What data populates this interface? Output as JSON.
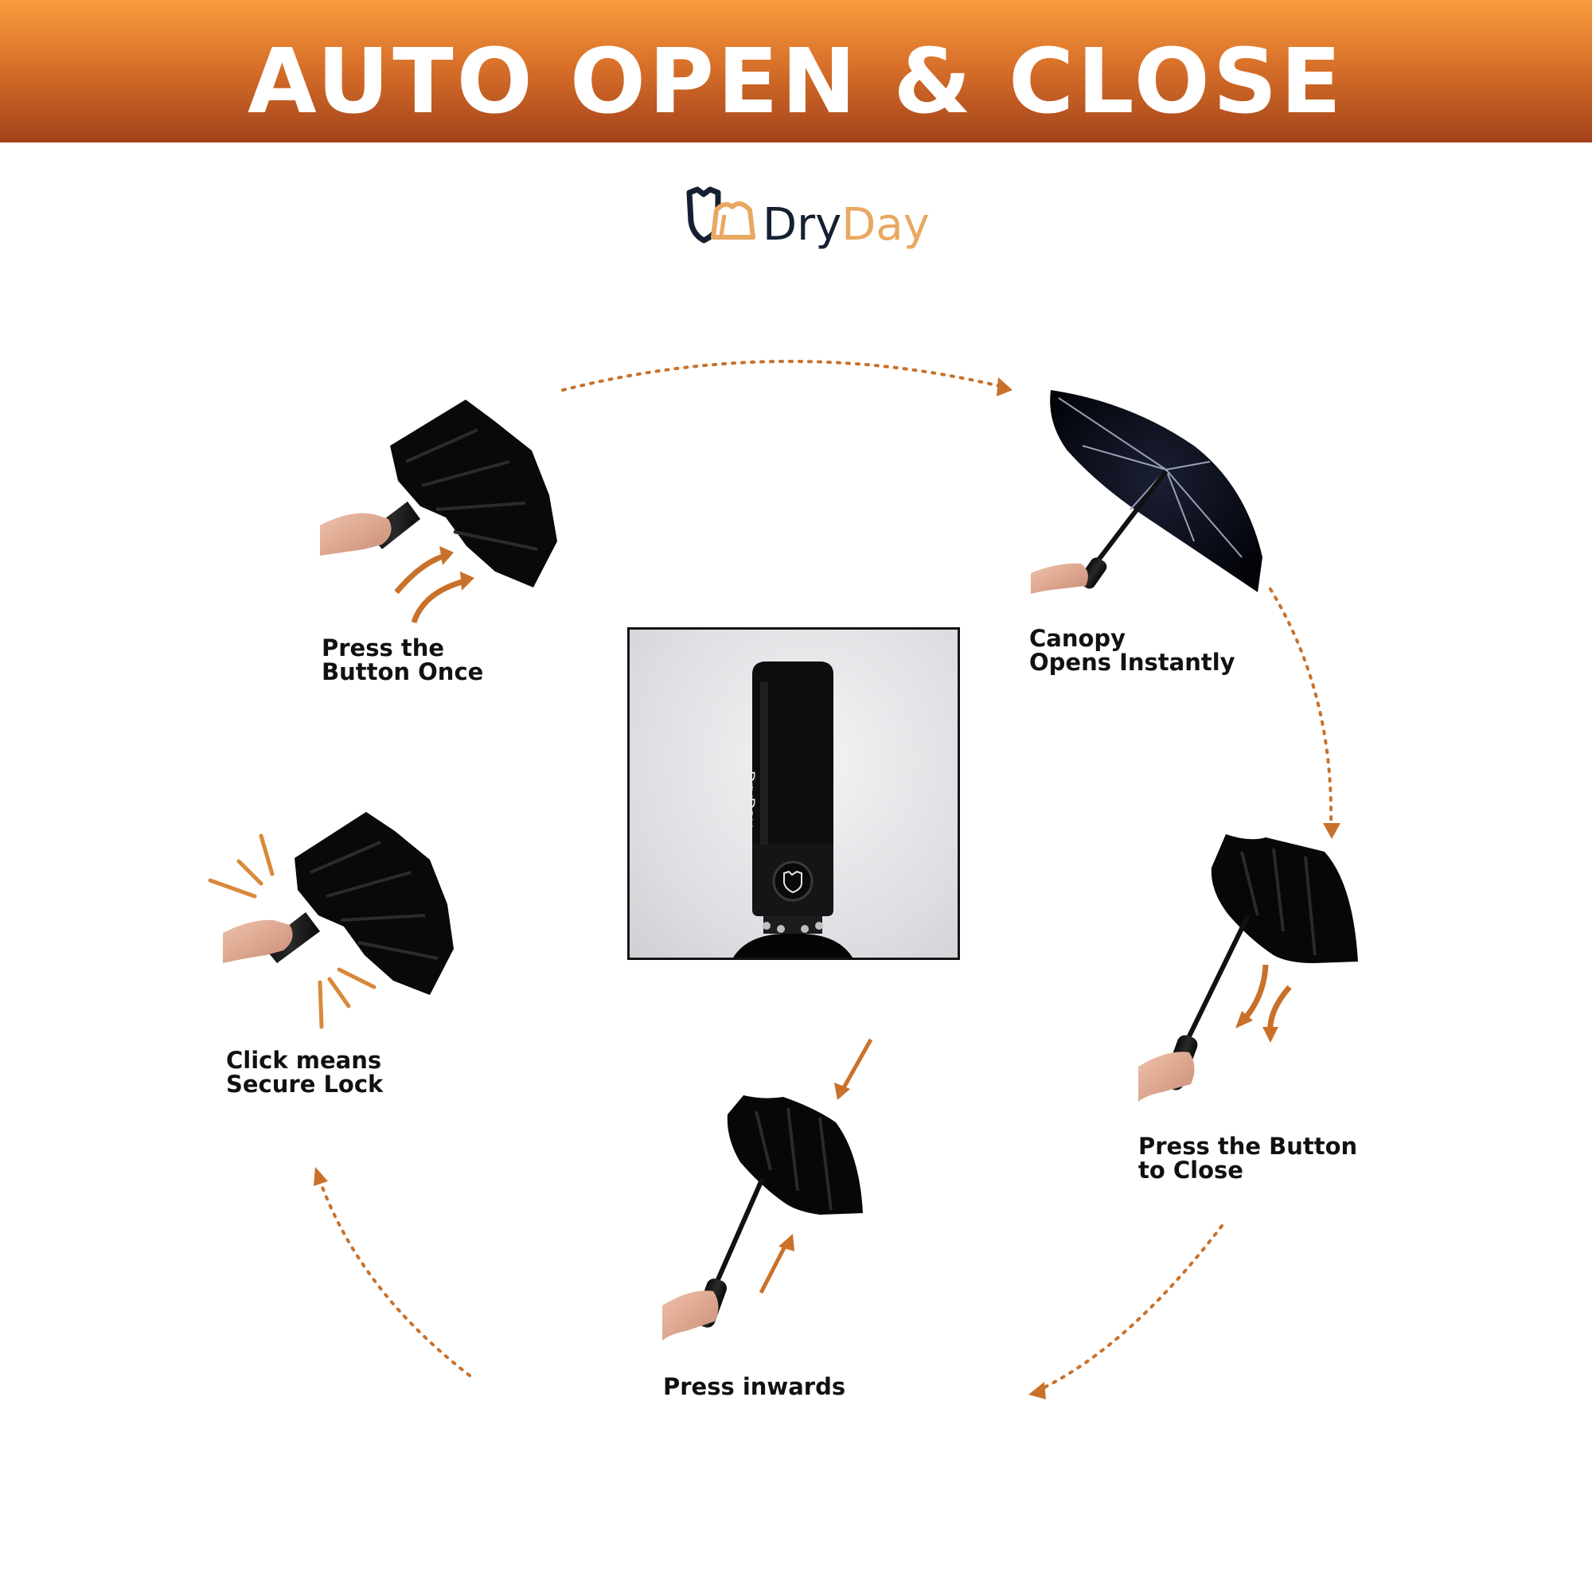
{
  "banner": {
    "title": "AUTO OPEN & CLOSE",
    "gradient_top": "#f89c3e",
    "gradient_bottom": "#a3421a",
    "text_color": "#ffffff"
  },
  "logo": {
    "icon": "shield-umbrella-icon",
    "part1": "Dry",
    "part2": "Day",
    "color1": "#152033",
    "color2": "#e9a861"
  },
  "steps": [
    {
      "id": "press-button-once",
      "line1": "Press the",
      "line2": "Button Once",
      "icon": "umbrella-folded-hand-icon"
    },
    {
      "id": "canopy-opens",
      "line1": "Canopy",
      "line2": "Opens Instantly",
      "icon": "umbrella-open-icon"
    },
    {
      "id": "press-button-close",
      "line1": "Press the Button",
      "line2": "to Close",
      "icon": "umbrella-inverted-hand-icon"
    },
    {
      "id": "press-inwards",
      "line1": "Press inwards",
      "line2": "",
      "icon": "umbrella-inverted-hand-icon"
    },
    {
      "id": "click-secure-lock",
      "line1": "Click means",
      "line2": "Secure Lock",
      "icon": "umbrella-folded-hand-icon"
    }
  ],
  "center_product": {
    "brand_on_handle": "DryDay",
    "icon": "umbrella-handle-icon"
  },
  "colors": {
    "arrow": "#c9712a",
    "umbrella": "#0b0b0b",
    "skin": "#e6b09a"
  }
}
